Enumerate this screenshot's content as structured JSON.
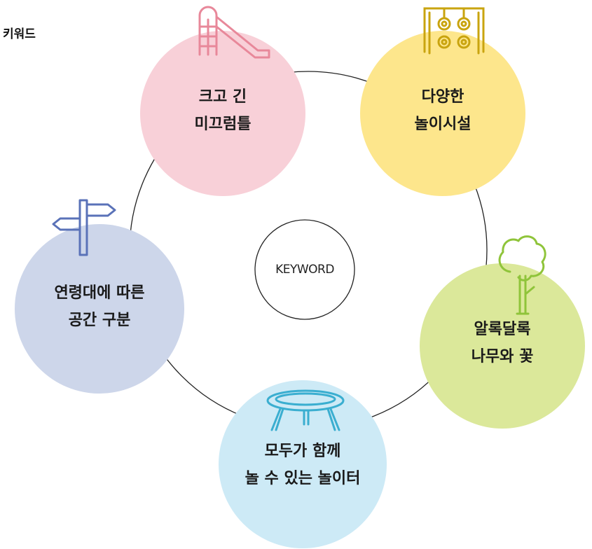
{
  "header": {
    "title": "키워드"
  },
  "center": {
    "label": "KEYWORD"
  },
  "nodes": [
    {
      "line1": "크고 긴",
      "line2": "미끄럼틀",
      "icon": "slide-icon",
      "fill": "#f8d0d8",
      "accent": "#e8889a"
    },
    {
      "line1": "다양한",
      "line2": "놀이시설",
      "icon": "playground-rings-icon",
      "fill": "#fde68c",
      "accent": "#c9a40f"
    },
    {
      "line1": "알록달록",
      "line2": "나무와 꽃",
      "icon": "tree-icon",
      "fill": "#dbe89a",
      "accent": "#8fc43a"
    },
    {
      "line1": "모두가 함께",
      "line2": "놀 수 있는 놀이터",
      "icon": "trampoline-icon",
      "fill": "#cdeaf6",
      "accent": "#3aaed0"
    },
    {
      "line1": "연령대에 따른",
      "line2": "공간 구분",
      "icon": "signpost-icon",
      "fill": "#cdd6ea",
      "accent": "#5a72b8"
    }
  ]
}
